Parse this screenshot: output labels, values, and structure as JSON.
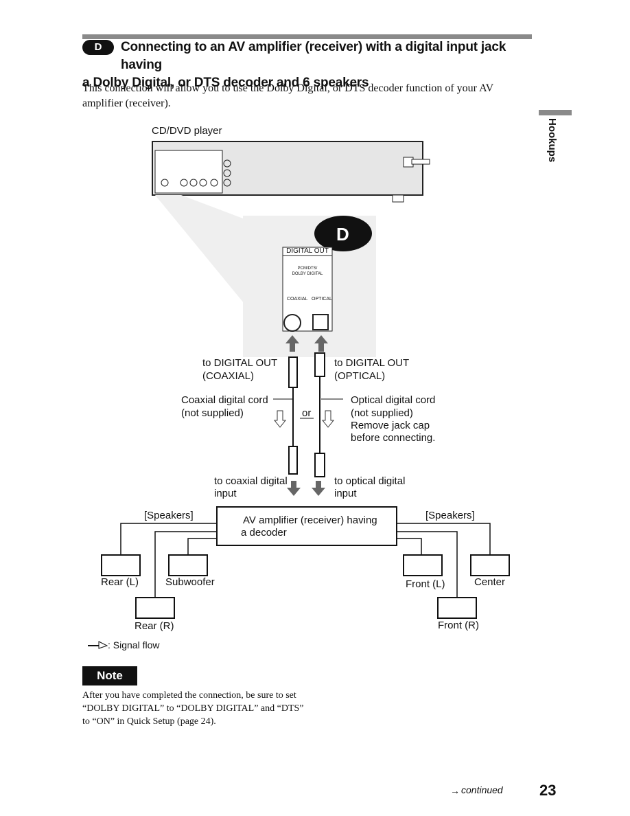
{
  "section": {
    "badge_letter": "D",
    "heading_line1": "Connecting to an AV amplifier (receiver) with a digital input jack having",
    "heading_line2": "a Dolby Digital, or DTS decoder and 6 speakers",
    "intro": "This connection will allow you to use the Dolby Digital, or DTS decoder function of your AV amplifier (receiver)."
  },
  "side_tab": {
    "label": "Hookups"
  },
  "diagram": {
    "player_label": "CD/DVD player",
    "badge_letter": "D",
    "panel": {
      "title": "DIGITAL OUT",
      "subtitle_line1": "PCM/DTS/",
      "subtitle_line2": "DOLBY DIGITAL",
      "coaxial": "COAXIAL",
      "optical": "OPTICAL"
    },
    "to_out_coaxial_1": "to DIGITAL OUT",
    "to_out_coaxial_2": "(COAXIAL)",
    "to_out_optical_1": "to DIGITAL OUT",
    "to_out_optical_2": "(OPTICAL)",
    "coax_cord_1": "Coaxial digital cord",
    "coax_cord_2": "(not supplied)",
    "or": "or",
    "optical_cord_1": "Optical digital cord",
    "optical_cord_2": "(not supplied)",
    "optical_cord_3": "Remove jack cap",
    "optical_cord_4": "before connecting.",
    "to_coax_in_1": "to coaxial digital",
    "to_coax_in_2": "input",
    "to_opt_in_1": "to optical digital",
    "to_opt_in_2": "input",
    "speakers_left": "[Speakers]",
    "speakers_right": "[Speakers]",
    "amp_1": "AV amplifier (receiver) having",
    "amp_2": "a decoder",
    "rear_l": "Rear (L)",
    "subwoofer": "Subwoofer",
    "rear_r": "Rear (R)",
    "front_l": "Front (L)",
    "center": "Center",
    "front_r": "Front (R)",
    "signal_flow": ": Signal flow"
  },
  "note": {
    "label": "Note",
    "text": "After you have completed the connection, be sure to set “DOLBY DIGITAL” to “DOLBY DIGITAL” and “DTS” to “ON” in Quick Setup (page 24)."
  },
  "footer": {
    "continued": "continued",
    "page": "23"
  }
}
